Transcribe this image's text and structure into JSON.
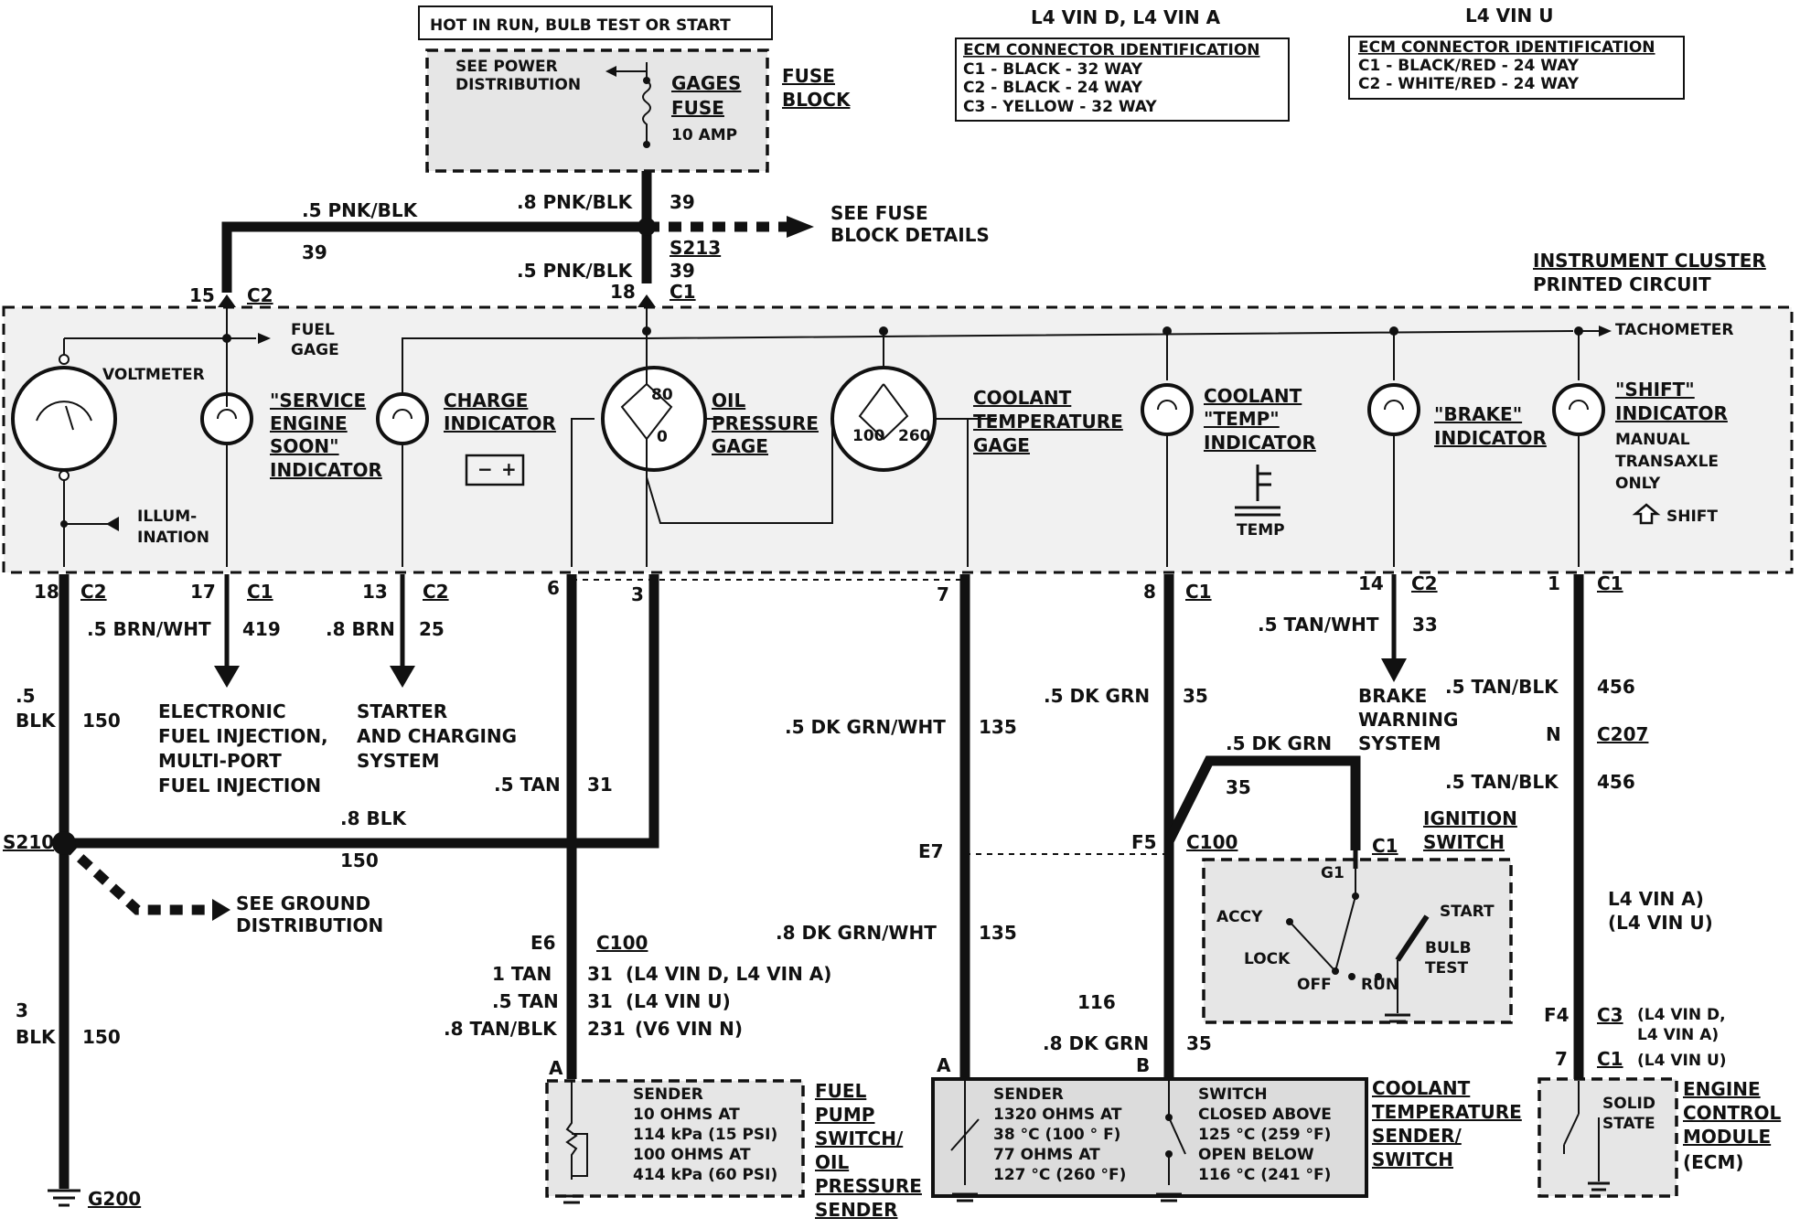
{
  "header": {
    "hot_label": "HOT IN RUN, BULB TEST OR START",
    "power_dist": [
      "SEE POWER",
      "DISTRIBUTION"
    ],
    "fuse_name": [
      "GAGES",
      "FUSE"
    ],
    "fuse_rating": "10 AMP",
    "fuse_block": [
      "FUSE",
      "BLOCK"
    ],
    "see_fuse_details": [
      "SEE FUSE",
      "BLOCK DETAILS"
    ]
  },
  "ecm_tables": [
    {
      "title": "L4 VIN D, L4 VIN A",
      "heading": "ECM CONNECTOR IDENTIFICATION",
      "rows": [
        "C1 - BLACK - 32 WAY",
        "C2 - BLACK - 24 WAY",
        "C3 - YELLOW - 32 WAY"
      ]
    },
    {
      "title": "L4 VIN U",
      "heading": "ECM CONNECTOR IDENTIFICATION",
      "rows": [
        "C1 - BLACK/RED - 24 WAY",
        "C2 - WHITE/RED - 24 WAY"
      ]
    }
  ],
  "feed": {
    "left_wire": ".5 PNK/BLK",
    "left_circuit": "39",
    "main_wire": ".8 PNK/BLK",
    "main_circuit": "39",
    "splice": "S213",
    "drop_wire": ".5 PNK/BLK",
    "drop_circuit": "39",
    "pin_left": "15",
    "conn_left": "C2",
    "pin_center": "18",
    "conn_center": "C1"
  },
  "cluster": {
    "title": [
      "INSTRUMENT CLUSTER",
      "PRINTED CIRCUIT"
    ],
    "fuel_gage": [
      "FUEL",
      "GAGE"
    ],
    "tachometer": "TACHOMETER",
    "voltmeter": "VOLTMETER",
    "illumination": [
      "ILLUM-",
      "INATION"
    ],
    "service_engine": [
      "\"SERVICE",
      "ENGINE",
      "SOON\"",
      "INDICATOR"
    ],
    "charge": [
      "CHARGE",
      "INDICATOR"
    ],
    "oil_pressure": [
      "OIL",
      "PRESSURE",
      "GAGE"
    ],
    "oil_scale": [
      "80",
      "0"
    ],
    "coolant_gage": [
      "COOLANT",
      "TEMPERATURE",
      "GAGE"
    ],
    "coolant_scale": [
      "100",
      "260"
    ],
    "coolant_temp_ind": [
      "COOLANT",
      "\"TEMP\"",
      "INDICATOR"
    ],
    "temp": "TEMP",
    "brake_ind": [
      "\"BRAKE\"",
      "INDICATOR"
    ],
    "shift_ind": [
      "\"SHIFT\"",
      "INDICATOR",
      "MANUAL",
      "TRANSAXLE",
      "ONLY"
    ],
    "shift_arrow": "SHIFT"
  },
  "pins": [
    {
      "pin": "18",
      "conn": "C2"
    },
    {
      "pin": "17",
      "conn": "C1"
    },
    {
      "pin": "13",
      "conn": "C2"
    },
    {
      "pin": "6",
      "conn": ""
    },
    {
      "pin": "3",
      "conn": ""
    },
    {
      "pin": "7",
      "conn": ""
    },
    {
      "pin": "8",
      "conn": "C1"
    },
    {
      "pin": "14",
      "conn": "C2"
    },
    {
      "pin": "1",
      "conn": "C1"
    }
  ],
  "wires": {
    "blk_5": [
      ".5",
      "BLK"
    ],
    "blk_5_circuit": "150",
    "brn_wht": ".5 BRN/WHT",
    "brn_wht_circuit": "419",
    "efi": [
      "ELECTRONIC",
      "FUEL INJECTION,",
      "MULTI-PORT",
      "FUEL INJECTION"
    ],
    "brn": ".8 BRN",
    "brn_circuit": "25",
    "starter": [
      "STARTER",
      "AND CHARGING",
      "SYSTEM"
    ],
    "tan_5": ".5 TAN",
    "tan_5_circuit": "31",
    "blk_8": ".8 BLK",
    "blk_8_circuit": "150",
    "splice_s210": "S210",
    "see_ground": [
      "SEE GROUND",
      "DISTRIBUTION"
    ],
    "blk_3": [
      "3",
      "BLK"
    ],
    "blk_3_circuit": "150",
    "ground_g200": "G200",
    "dkgrnwht_5": ".5 DK GRN/WHT",
    "dkgrnwht_5_circuit": "135",
    "e7": "E7",
    "dkgrnwht_8": ".8 DK GRN/WHT",
    "dkgrnwht_8_circuit": "135",
    "dkgrn_5": ".5 DK GRN",
    "dkgrn_5_circuit": "35",
    "dkgrn_jump": ".5 DK GRN",
    "dkgrn_jump_circuit": "35",
    "f5": "F5",
    "c100": "C100",
    "c100_116": "116",
    "dkgrn_8": ".8 DK GRN",
    "dkgrn_8_circuit": "35",
    "tanwht": ".5 TAN/WHT",
    "tanwht_circuit": "33",
    "brake_sys": [
      "BRAKE",
      "WARNING",
      "SYSTEM"
    ],
    "tanblk_a": ".5 TAN/BLK",
    "tanblk_a_circuit": "456",
    "c207_pin": "N",
    "c207": "C207",
    "tanblk_b": ".5 TAN/BLK",
    "tanblk_b_circuit": "456",
    "vin_au": [
      "L4 VIN A)",
      "(L4 VIN U)"
    ],
    "e6": "E6",
    "c100_e6": "C100",
    "fuel_rows": [
      {
        "size": "1 TAN",
        "circuit": "31",
        "note": "(L4 VIN D, L4 VIN A)"
      },
      {
        "size": ".5 TAN",
        "circuit": "31",
        "note": "(L4 VIN U)"
      },
      {
        "size": ".8 TAN/BLK",
        "circuit": "231",
        "note": "(V6 VIN N)"
      }
    ],
    "ecm_pin_f4": "F4",
    "ecm_c3": "C3",
    "ecm_c3_note": [
      "(L4 VIN D,",
      "L4 VIN A)"
    ],
    "ecm_pin_7": "7",
    "ecm_c1": "C1",
    "ecm_c1_note": "(L4 VIN U)"
  },
  "ignition": {
    "pin": "C1",
    "title": [
      "IGNITION",
      "SWITCH"
    ],
    "g1": "G1",
    "accy": "ACCY",
    "lock": "LOCK",
    "off": "OFF",
    "run": "RUN",
    "start": "START",
    "bulb_test": [
      "BULB",
      "TEST"
    ]
  },
  "components": {
    "fuel_sender": {
      "pin": "A",
      "text": [
        "SENDER",
        "10 OHMS AT",
        "114 kPa (15 PSI)",
        "100 OHMS AT",
        "414 kPa (60 PSI)"
      ],
      "name": [
        "FUEL",
        "PUMP",
        "SWITCH/",
        "OIL",
        "PRESSURE",
        "SENDER"
      ]
    },
    "coolant": {
      "pin_a": "A",
      "pin_b": "B",
      "sender": [
        "SENDER",
        "1320 OHMS AT",
        "38 °C (100 ° F)",
        "77 OHMS AT",
        "127 °C (260 °F)"
      ],
      "switch": [
        "SWITCH",
        "CLOSED ABOVE",
        "125 °C (259 °F)",
        "OPEN BELOW",
        "116 °C (241 °F)"
      ],
      "name": [
        "COOLANT",
        "TEMPERATURE",
        "SENDER/",
        "SWITCH"
      ]
    },
    "ecm": {
      "text": [
        "SOLID",
        "STATE"
      ],
      "name": [
        "ENGINE",
        "CONTROL",
        "MODULE",
        "(ECM)"
      ]
    }
  }
}
